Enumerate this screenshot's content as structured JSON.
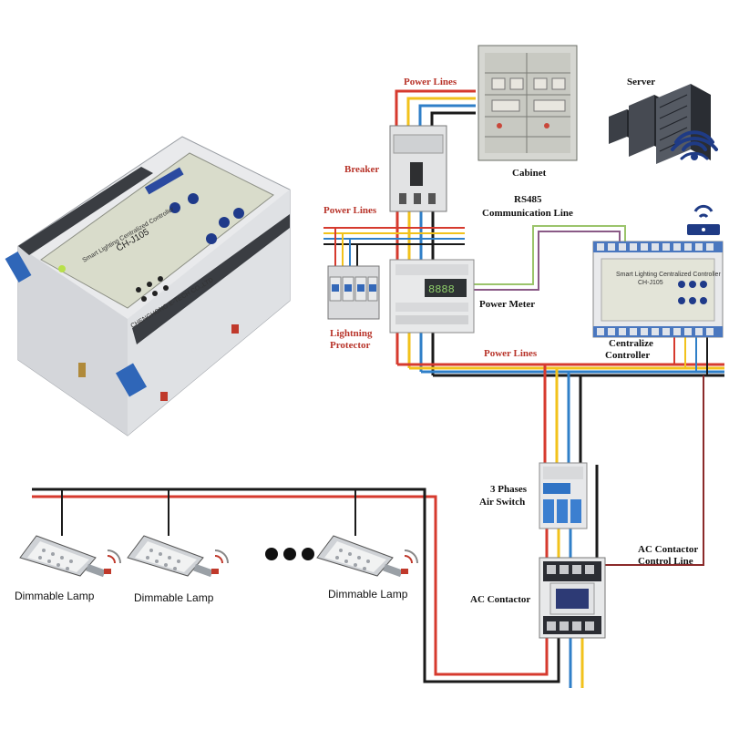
{
  "colors": {
    "red": "#d63a2e",
    "yellow": "#f2c21b",
    "blue": "#2f7fc8",
    "black": "#1a1a1a",
    "brown": "#8b2a2a",
    "signal_green": "#9bc46b",
    "signal_purple": "#8a5a86",
    "label_red": "#b8342a",
    "server_blue": "#1f3b85"
  },
  "labels": {
    "power_lines_top": "Power Lines",
    "breaker": "Breaker",
    "cabinet": "Cabinet",
    "server": "Server",
    "rs485_1": "RS485",
    "rs485_2": "Communication Line",
    "power_lines_left": "Power Lines",
    "lightning_1": "Lightning",
    "lightning_2": "Protector",
    "power_meter": "Power Meter",
    "centralize_1": "Centralize",
    "centralize_2": "Controller",
    "power_lines_mid": "Power Lines",
    "phases_1": "3 Phases",
    "phases_2": "Air Switch",
    "ac_contactor": "AC Contactor",
    "ac_control_1": "AC Contactor",
    "ac_control_2": "Control Line",
    "lamp_1": "Dimmable Lamp",
    "lamp_2": "Dimmable Lamp",
    "lamp_3": "Dimmable Lamp"
  },
  "controller_device": {
    "model": "CH-J105",
    "title": "Smart Lighting Centralized Controller",
    "maker": "CHENGHONG E-TECH CO.,LTD"
  },
  "small_controller": {
    "title": "Smart Lighting Centralized Controller",
    "model": "CH-J105"
  },
  "power_meter_display": "8888"
}
